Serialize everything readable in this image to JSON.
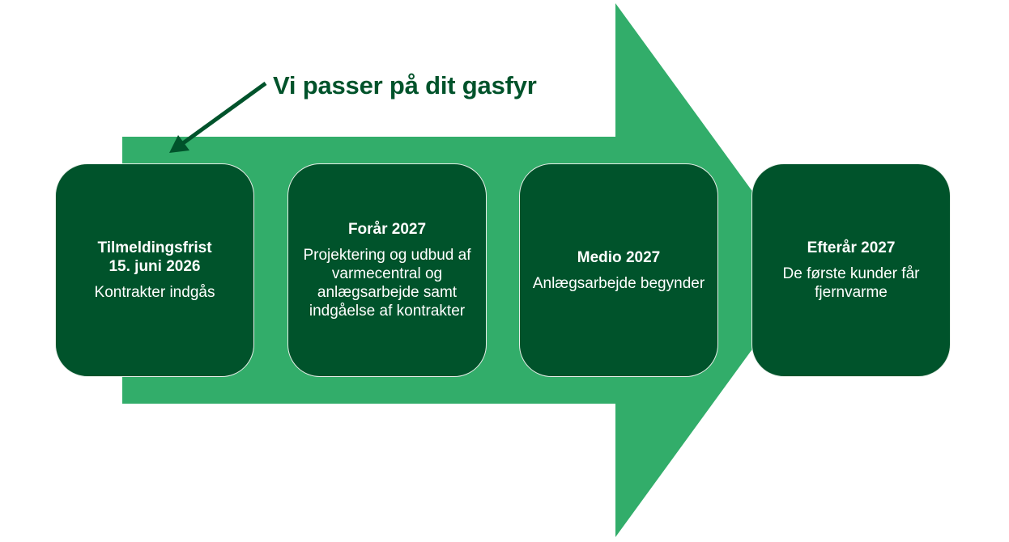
{
  "diagram": {
    "callout": {
      "label": "Vi passer på dit gasfyr",
      "arrow": "arrow-pointing-to-first-step"
    },
    "colors": {
      "arrow_fill": "#32ad6a",
      "box_fill": "#00532b",
      "box_text": "#ffffff",
      "callout_text": "#00532b"
    },
    "steps": [
      {
        "title": "Tilmeldingsfrist\n15. juni 2026",
        "description": "Kontrakter indgås"
      },
      {
        "title": "Forår 2027",
        "description": "Projektering og udbud af varmecentral og anlægsarbejde samt indgåelse af kontrakter"
      },
      {
        "title": "Medio 2027",
        "description": "Anlægsarbejde begynder"
      },
      {
        "title": "Efterår 2027",
        "description": "De første kunder får fjernvarme"
      }
    ]
  }
}
